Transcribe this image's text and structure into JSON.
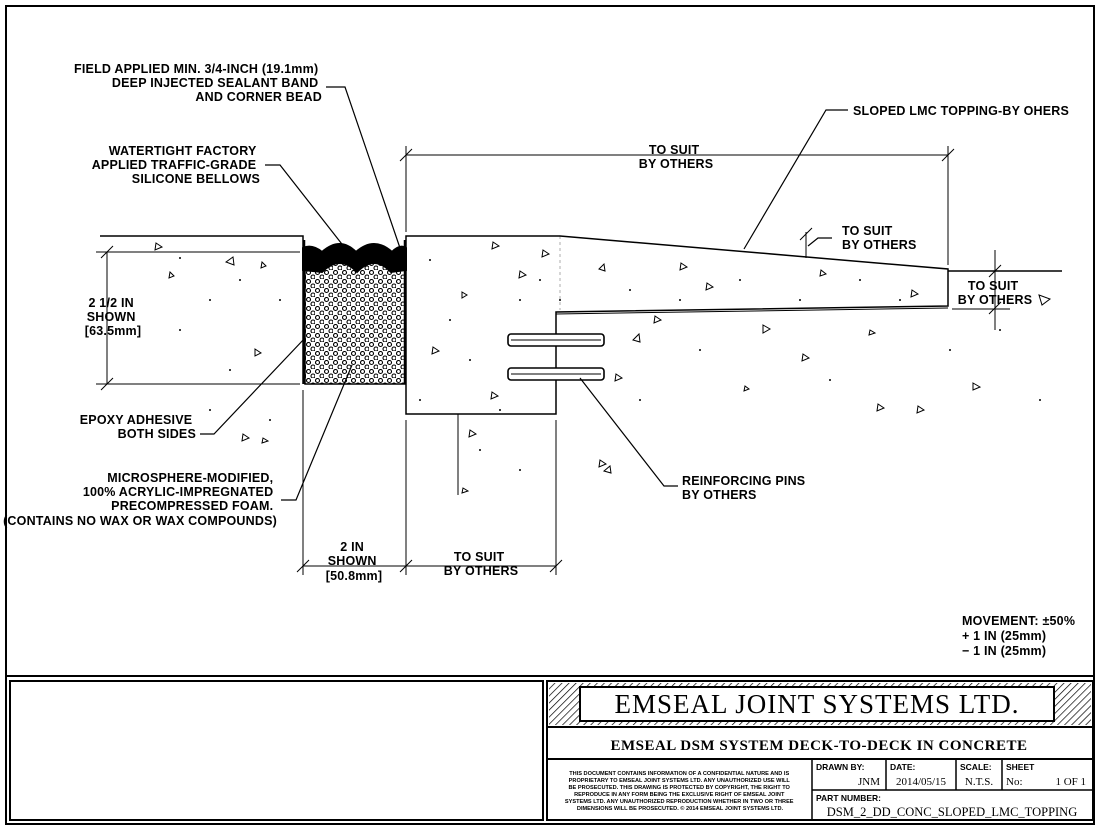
{
  "callouts": {
    "sealant_band": [
      "FIELD APPLIED MIN. 3/4-INCH (19.1mm)",
      "DEEP INJECTED SEALANT BAND",
      "AND CORNER BEAD"
    ],
    "bellows": [
      "WATERTIGHT FACTORY",
      "APPLIED TRAFFIC-GRADE",
      "SILICONE BELLOWS"
    ],
    "sloped_topping": "SLOPED LMC TOPPING-BY OHERS",
    "epoxy": [
      "EPOXY ADHESIVE",
      "BOTH SIDES"
    ],
    "foam": [
      "MICROSPHERE-MODIFIED,",
      "100% ACRYLIC-IMPREGNATED",
      "PRECOMPRESSED FOAM.",
      "(CONTAINS NO WAX OR WAX COMPOUNDS)"
    ],
    "pins": [
      "REINFORCING PINS",
      "BY OTHERS"
    ]
  },
  "dimensions": {
    "top_width": [
      "TO SUIT",
      "BY OTHERS"
    ],
    "topping_thickness": [
      "TO SUIT",
      "BY OTHERS"
    ],
    "right_depth": [
      "TO SUIT",
      "BY OTHERS"
    ],
    "slab_depth": [
      "2 1/2 IN",
      "SHOWN",
      "[63.5mm]"
    ],
    "joint_width": [
      "2 IN",
      "SHOWN",
      "[50.8mm]"
    ],
    "blockout_width": [
      "TO SUIT",
      "BY OTHERS"
    ]
  },
  "movement": [
    "MOVEMENT: ±50%",
    "+ 1 IN (25mm)",
    "− 1 IN (25mm)"
  ],
  "title_block": {
    "company": "EMSEAL JOINT SYSTEMS LTD.",
    "drawing_title": "EMSEAL DSM SYSTEM DECK-TO-DECK IN CONCRETE",
    "notice": [
      "THIS DOCUMENT CONTAINS INFORMATION OF A CONFIDENTIAL NATURE AND IS",
      "PROPRIETARY TO EMSEAL JOINT SYSTEMS LTD. ANY UNAUTHORIZED USE WILL",
      "BE PROSECUTED. THIS DRAWING IS PROTECTED BY COPYRIGHT, THE RIGHT TO",
      "REPRODUCE IN ANY FORM BEING THE EXCLUSIVE RIGHT OF EMSEAL JOINT",
      "SYSTEMS LTD. ANY UNAUTHORIZED REPRODUCTION WHETHER IN TWO OR THREE",
      "DIMENSIONS WILL BE PROSECUTED. © 2014 EMSEAL JOINT SYSTEMS LTD."
    ],
    "drawn_by_label": "DRAWN BY:",
    "drawn_by": "JNM",
    "date_label": "DATE:",
    "date": "2014/05/15",
    "scale_label": "SCALE:",
    "scale": "N.T.S.",
    "sheet_label": "SHEET",
    "sheet_no_label": "No:",
    "sheet_no": "1 OF 1",
    "part_number_label": "PART NUMBER:",
    "part_number": "DSM_2_DD_CONC_SLOPED_LMC_TOPPING"
  }
}
